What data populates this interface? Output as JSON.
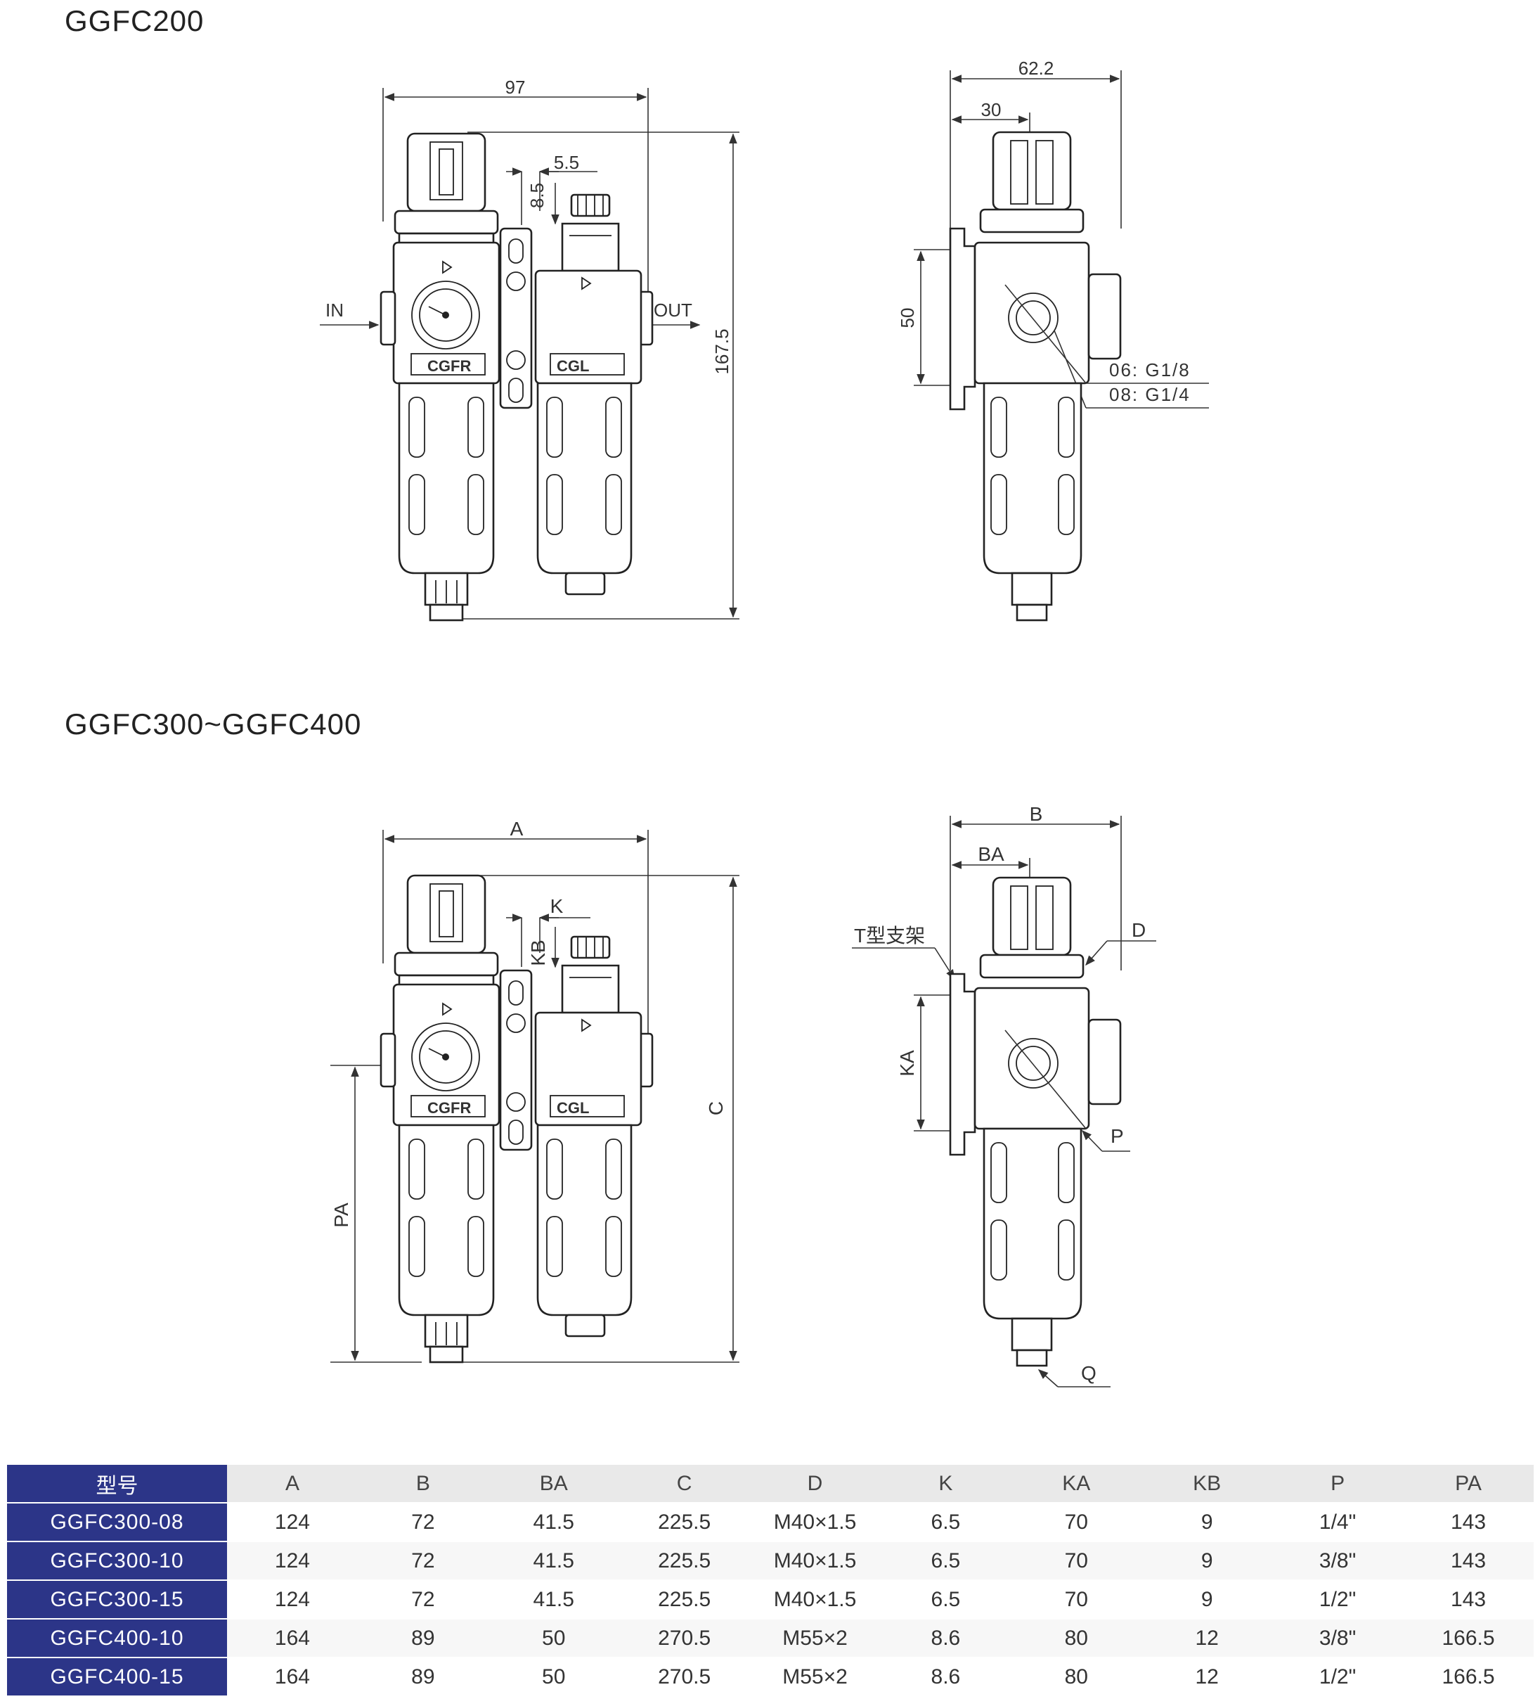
{
  "sections": {
    "top_title": "GGFC200",
    "bottom_title": "GGFC300~GGFC400"
  },
  "top_drawing": {
    "dim_width": "97",
    "dim_5_5": "5.5",
    "dim_8_5": "8.5",
    "dim_height": "167.5",
    "label_in": "IN",
    "label_out": "OUT",
    "filter_label": "CGFR",
    "lubricator_label": "CGL",
    "side_dim_total": "62.2",
    "side_dim_half": "30",
    "side_dim_bracket": "50",
    "port_06": "06: G1/8",
    "port_08": "08: G1/4"
  },
  "bottom_drawing": {
    "dim_a": "A",
    "dim_k": "K",
    "dim_kb": "KB",
    "dim_c": "C",
    "dim_pa": "PA",
    "filter_label": "CGFR",
    "lubricator_label": "CGL",
    "side_dim_b": "B",
    "side_dim_ba": "BA",
    "label_bracket": "T型支架",
    "label_d": "D",
    "label_ka": "KA",
    "label_p": "P",
    "label_q": "Q"
  },
  "table": {
    "headers": [
      "型号",
      "A",
      "B",
      "BA",
      "C",
      "D",
      "K",
      "KA",
      "KB",
      "P",
      "PA"
    ],
    "rows": [
      [
        "GGFC300-08",
        "124",
        "72",
        "41.5",
        "225.5",
        "M40×1.5",
        "6.5",
        "70",
        "9",
        "1/4\"",
        "143"
      ],
      [
        "GGFC300-10",
        "124",
        "72",
        "41.5",
        "225.5",
        "M40×1.5",
        "6.5",
        "70",
        "9",
        "3/8\"",
        "143"
      ],
      [
        "GGFC300-15",
        "124",
        "72",
        "41.5",
        "225.5",
        "M40×1.5",
        "6.5",
        "70",
        "9",
        "1/2\"",
        "143"
      ],
      [
        "GGFC400-10",
        "164",
        "89",
        "50",
        "270.5",
        "M55×2",
        "8.6",
        "80",
        "12",
        "3/8\"",
        "166.5"
      ],
      [
        "GGFC400-15",
        "164",
        "89",
        "50",
        "270.5",
        "M55×2",
        "8.6",
        "80",
        "12",
        "1/2\"",
        "166.5"
      ]
    ]
  }
}
